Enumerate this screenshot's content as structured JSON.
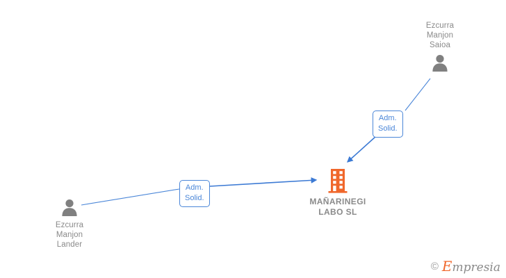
{
  "diagram": {
    "type": "corporate-relationship-graph",
    "background_color": "#ffffff",
    "edge_color": "#4a86d8",
    "company_color": "#f0672b",
    "person_color": "#808080",
    "text_color": "#8a8a8a"
  },
  "nodes": {
    "company": {
      "name": "MAÑARINEGI\nLABO  SL",
      "icon": "building-icon",
      "color": "#f0672b"
    },
    "person_top_right": {
      "name": "Ezcurra\nManjon\nSaioa",
      "icon": "person-icon",
      "color": "#808080"
    },
    "person_bottom_left": {
      "name": "Ezcurra\nManjon\nLander",
      "icon": "person-icon",
      "color": "#808080"
    }
  },
  "edges": [
    {
      "id": "edge-top",
      "from": "person_top_right",
      "to": "company",
      "label": "Adm.\nSolid.",
      "direction": "down-left",
      "color": "#4a86d8"
    },
    {
      "id": "edge-bottom",
      "from": "person_bottom_left",
      "to": "company",
      "label": "Adm.\nSolid.",
      "direction": "right",
      "color": "#4a86d8"
    }
  ],
  "watermark": {
    "copyright": "©",
    "brand_initial": "E",
    "brand_rest": "mpresia"
  }
}
